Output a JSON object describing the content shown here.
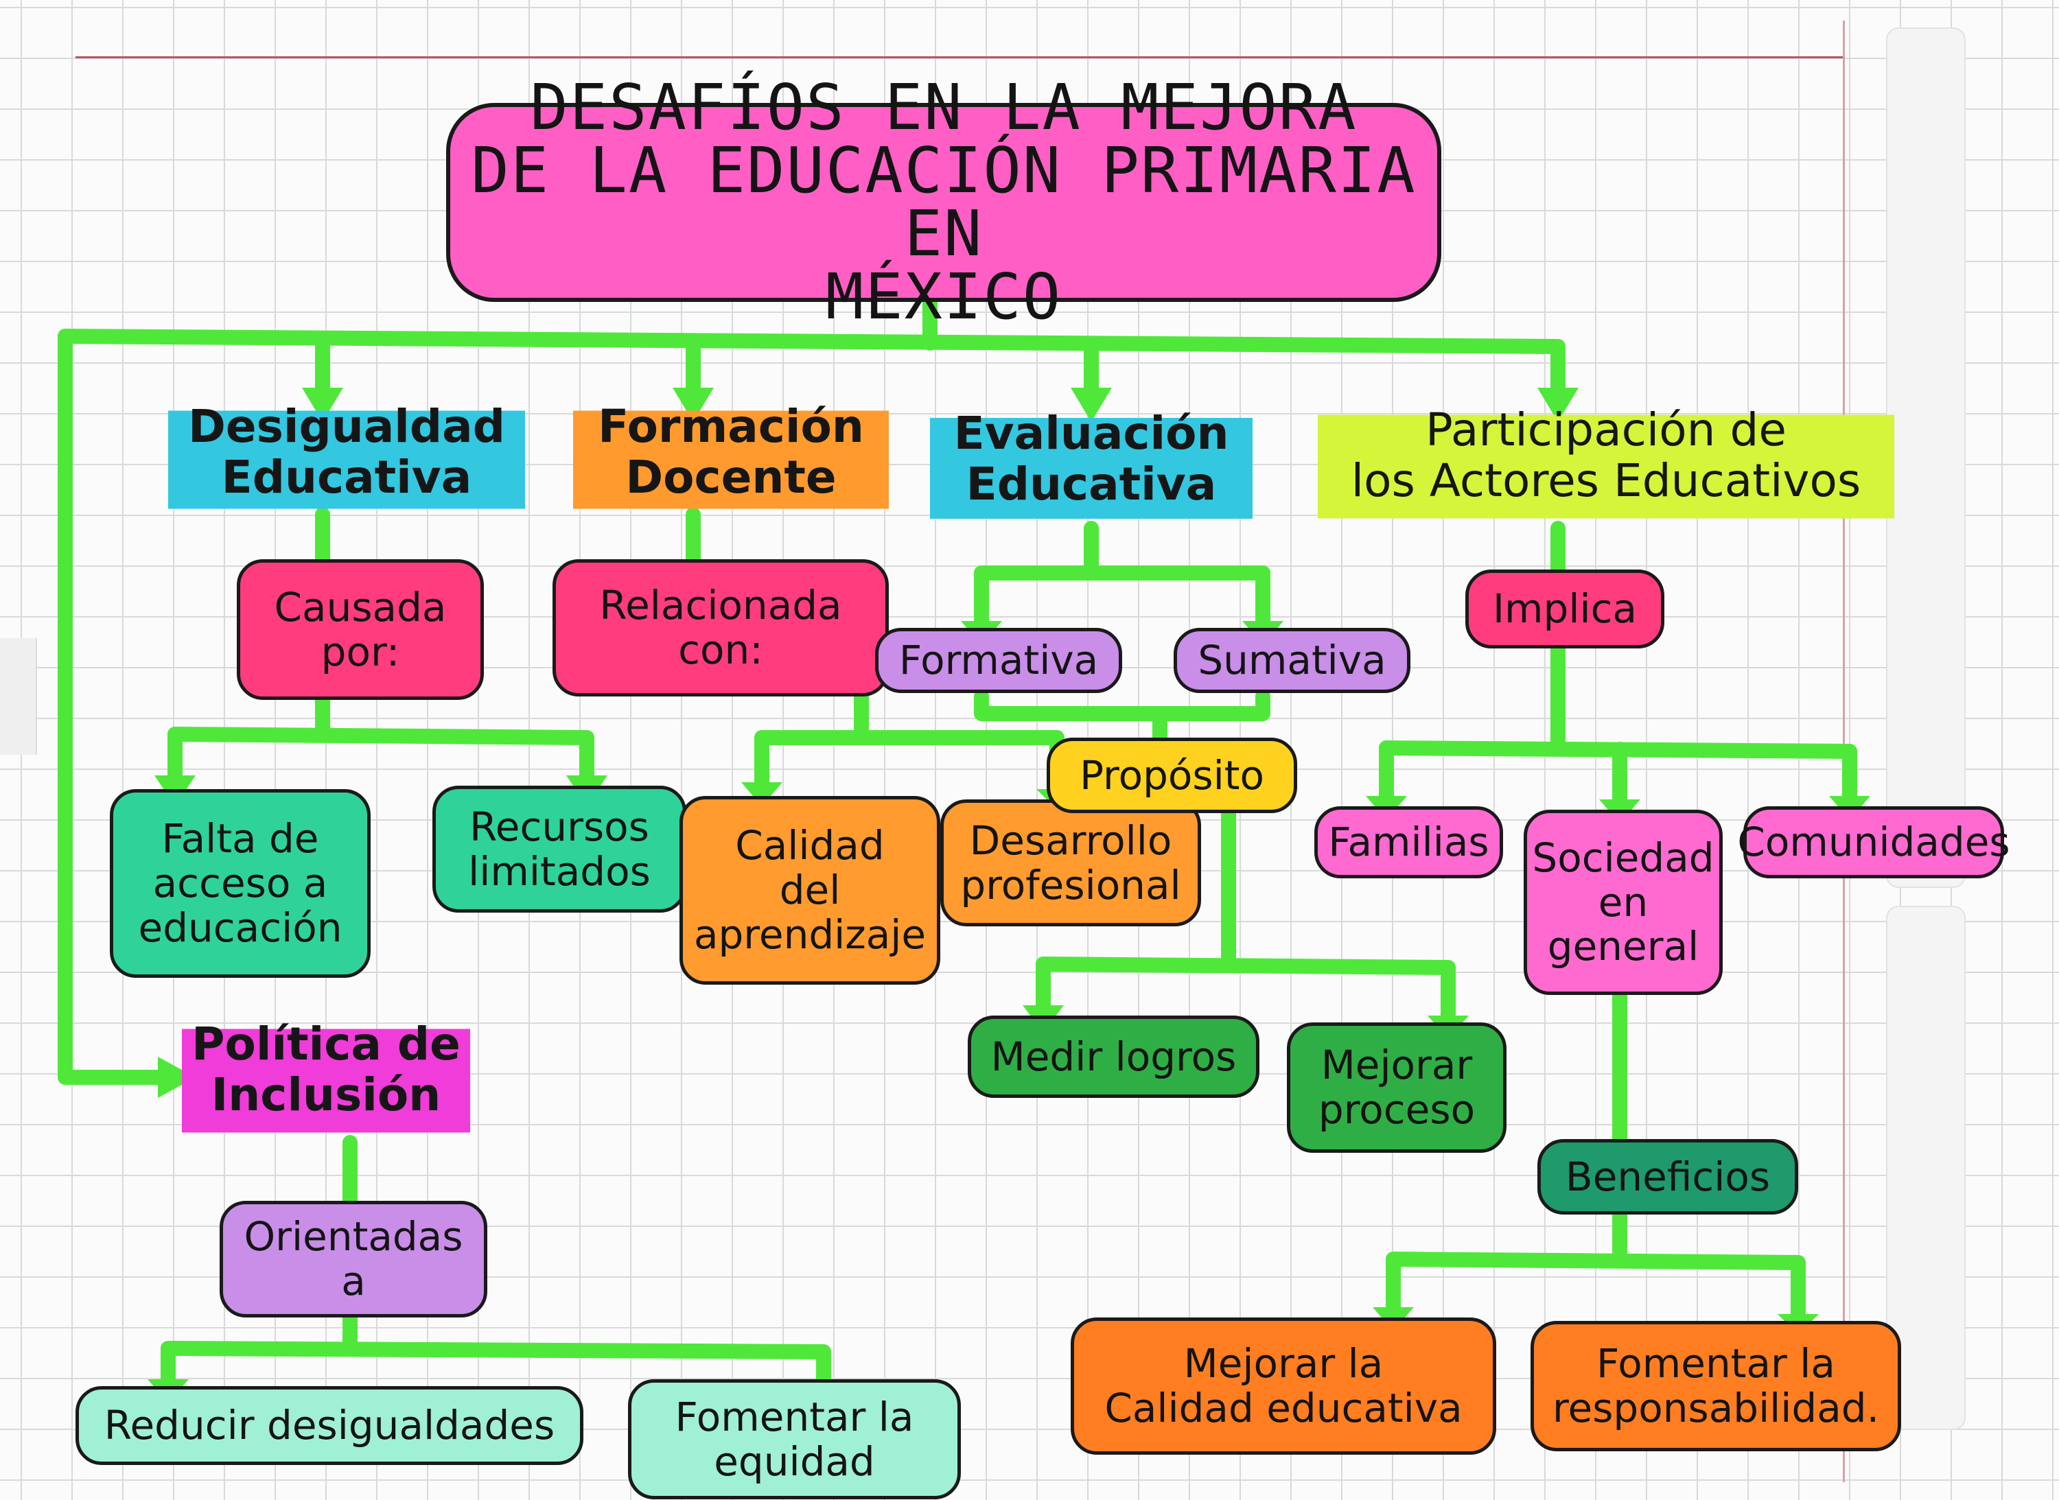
{
  "title": "DESAFÍOS EN LA MEJORA\nDE LA EDUCACIÓN PRIMARIA EN\nMÉXICO",
  "colors": {
    "connector": "#4fe83a",
    "title_fill": "#ff5fc4",
    "teal_head": "#34c7e0",
    "orange_head": "#ff9a2e",
    "lime_head": "#d4f53a",
    "magenta_head": "#f03cd8",
    "red_pink": "#ff3d7e",
    "purple": "#c98ee8",
    "mint": "#2fd39a",
    "light_mint": "#9ff0d4",
    "orange": "#ff9b2f",
    "yellow": "#ffd21f",
    "dark_green": "#2fae45",
    "pink": "#ff6ad0",
    "dark_teal": "#1f9a6c",
    "deep_orange": "#ff7e22"
  },
  "branches": {
    "desigualdad": {
      "heading": "Desigualdad\nEducativa",
      "connector": "Causada\npor:",
      "items": [
        "Falta de\nacceso a\neducación",
        "Recursos\nlimitados"
      ]
    },
    "formacion": {
      "heading": "Formación\nDocente",
      "connector": "Relacionada\ncon:",
      "items": [
        "Calidad\ndel\naprendizaje",
        "Desarrollo\nprofesional"
      ]
    },
    "evaluacion": {
      "heading": "Evaluación\nEducativa",
      "types": [
        "Formativa",
        "Sumativa"
      ],
      "connector": "Propósito",
      "items": [
        "Medir logros",
        "Mejorar\nproceso"
      ]
    },
    "participacion": {
      "heading": "Participación de\nlos Actores Educativos",
      "connector": "Implica",
      "items": [
        "Familias",
        "Sociedad\nen\ngeneral",
        "Comunidades"
      ],
      "benefits_label": "Beneficios",
      "benefits": [
        "Mejorar la\nCalidad educativa",
        "Fomentar la\nresponsabilidad."
      ]
    },
    "politica": {
      "heading": "Política de\nInclusión",
      "connector": "Orientadas\na",
      "items": [
        "Reducir desigualdades",
        "Fomentar la\nequidad"
      ]
    }
  }
}
